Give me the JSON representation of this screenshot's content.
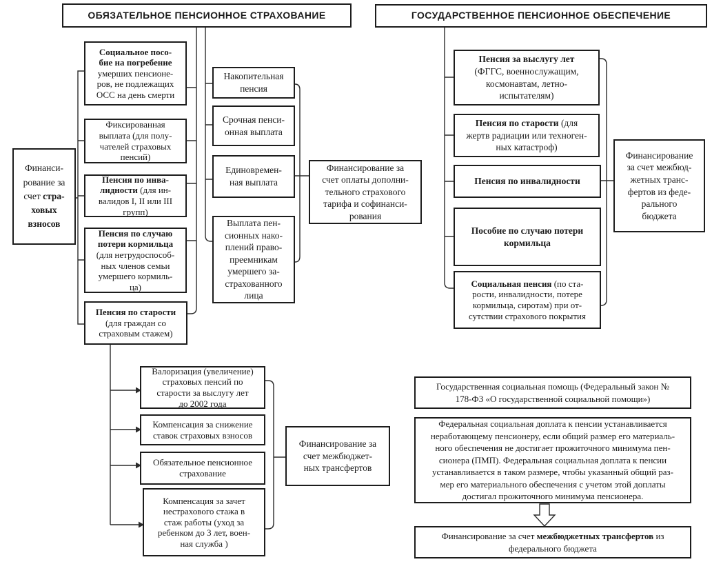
{
  "colors": {
    "ink": "#1c1c1c",
    "background": "#ffffff"
  },
  "mandatory": {
    "header": "ОБЯЗАТЕЛЬНОЕ ПЕНСИОННОЕ СТРАХОВАНИЕ",
    "funding_contributions": [
      {
        "t": "Финанси-\nрование за\nсчет ",
        "b": false
      },
      {
        "t": "стра-\nховых\nвзносов",
        "b": true
      }
    ],
    "burial_benefit": [
      {
        "t": "Социальное посо-\nбие на погребение",
        "b": true
      },
      {
        "t": "\nумерших пенсионе-\nров, не подлежащих\nОСС на день смерти",
        "b": false
      }
    ],
    "fixed_payment": [
      {
        "t": "Фиксированная\nвыплата (для полу-\nчателей страховых\nпенсий)",
        "b": false
      }
    ],
    "disability_pension": [
      {
        "t": "Пенсия по инва-\nлидности",
        "b": true
      },
      {
        "t": " (для ин-\nвалидов I, II или III\nгрупп)",
        "b": false
      }
    ],
    "survivor_pension": [
      {
        "t": "Пенсия по случаю\nпотери кормильца",
        "b": true
      },
      {
        "t": "\n(для нетрудоспособ-\nных членов семьи\nумершего кормиль-\nца)",
        "b": false
      }
    ],
    "old_age_pension": [
      {
        "t": "Пенсия по старости",
        "b": true
      },
      {
        "t": "\n(для граждан со\nстраховым стажем)",
        "b": false
      }
    ],
    "funded_pension": [
      {
        "t": "Накопительная\nпенсия",
        "b": false
      }
    ],
    "term_payment": [
      {
        "t": "Срочная пенси-\nонная выплата",
        "b": false
      }
    ],
    "lump_sum_payment": [
      {
        "t": "Единовремен-\nная выплата",
        "b": false
      }
    ],
    "successors_payment": [
      {
        "t": "Выплата пен-\nсионных нако-\nплений право-\nпреемникам\nумершего за-\nстрахованного\nлица",
        "b": false
      }
    ],
    "funding_tariff": [
      {
        "t": "Финансирование за\nсчет оплаты дополни-\nтельного страхового\nтарифа и софинанси-\nрования",
        "b": false
      }
    ]
  },
  "state": {
    "header": "ГОСУДАРСТВЕННОЕ ПЕНСИОННОЕ ОБЕСПЕЧЕНИЕ",
    "service_pension": [
      {
        "t": "Пенсия за выслугу лет",
        "b": true
      },
      {
        "t": "\n(ФГГС, военнослужащим,\nкосмонавтам, летно-\nиспытателям)",
        "b": false
      }
    ],
    "radiation_old_age_pension": [
      {
        "t": "Пенсия по старости",
        "b": true
      },
      {
        "t": " (для\nжертв радиации или техноген-\nных катастроф)",
        "b": false
      }
    ],
    "disability_pension": [
      {
        "t": "Пенсия по инвалидности",
        "b": true
      }
    ],
    "survivor_benefit": [
      {
        "t": "Пособие по случаю потери\nкормильца",
        "b": true
      }
    ],
    "social_pension": [
      {
        "t": "Социальная пенсия",
        "b": true
      },
      {
        "t": " (по ста-\nрости, инвалидности, потере\nкормильца, сиротам) при от-\nсутствии страхового покрытия",
        "b": false
      }
    ],
    "funding_federal_transfers": [
      {
        "t": "Финансирование\nза счет межбюд-\nжетных транс-\nфертов из феде-\nрального\nбюджета",
        "b": false
      }
    ]
  },
  "bottom_left": {
    "valorization": [
      {
        "t": "Валоризация (увеличение)\nстраховых пенсий по\nстарости за выслугу лет\nдо 2002 года",
        "b": false
      }
    ],
    "rate_compensation": [
      {
        "t": "Компенсация за снижение\nставок страховых взносов",
        "b": false
      }
    ],
    "mandatory_insurance": [
      {
        "t": "Обязательное пенсионное\nстрахование",
        "b": false
      }
    ],
    "noninsurance_compensation": [
      {
        "t": "Компенсация за зачет\nнестрахового стажа в\nстаж работы (уход за\nребенком до 3 лет, воен-\nная служба )",
        "b": false
      }
    ],
    "funding_transfers": [
      {
        "t": "Финансирование за\nсчет межбюджет-\nных трансфертов",
        "b": false
      }
    ]
  },
  "bottom_right": {
    "state_social_assistance": [
      {
        "t": "Государственная социальная помощь (Федеральный закон №\n178-ФЗ «О государственной социальной помощи»)",
        "b": false
      }
    ],
    "federal_supplement": [
      {
        "t": "Федеральная социальная доплата к пенсии устанавливается\nнеработающему пенсионеру, если общий размер его материаль-\nного обеспечения не достигает прожиточного минимума пен-\nсионера (ПМП). Федеральная социальная доплата к пенсии\nустанавливается в таком размере, чтобы указанный общий раз-\nмер его материального обеспечения с учетом этой доплаты\nдостигал прожиточного минимума пенсионера.",
        "b": false
      }
    ],
    "funding_federal_budget": [
      {
        "t": "Финансирование за счет ",
        "b": false
      },
      {
        "t": "межбюджетных трансфертов",
        "b": true
      },
      {
        "t": " из\nфедерального бюджета",
        "b": false
      }
    ]
  }
}
